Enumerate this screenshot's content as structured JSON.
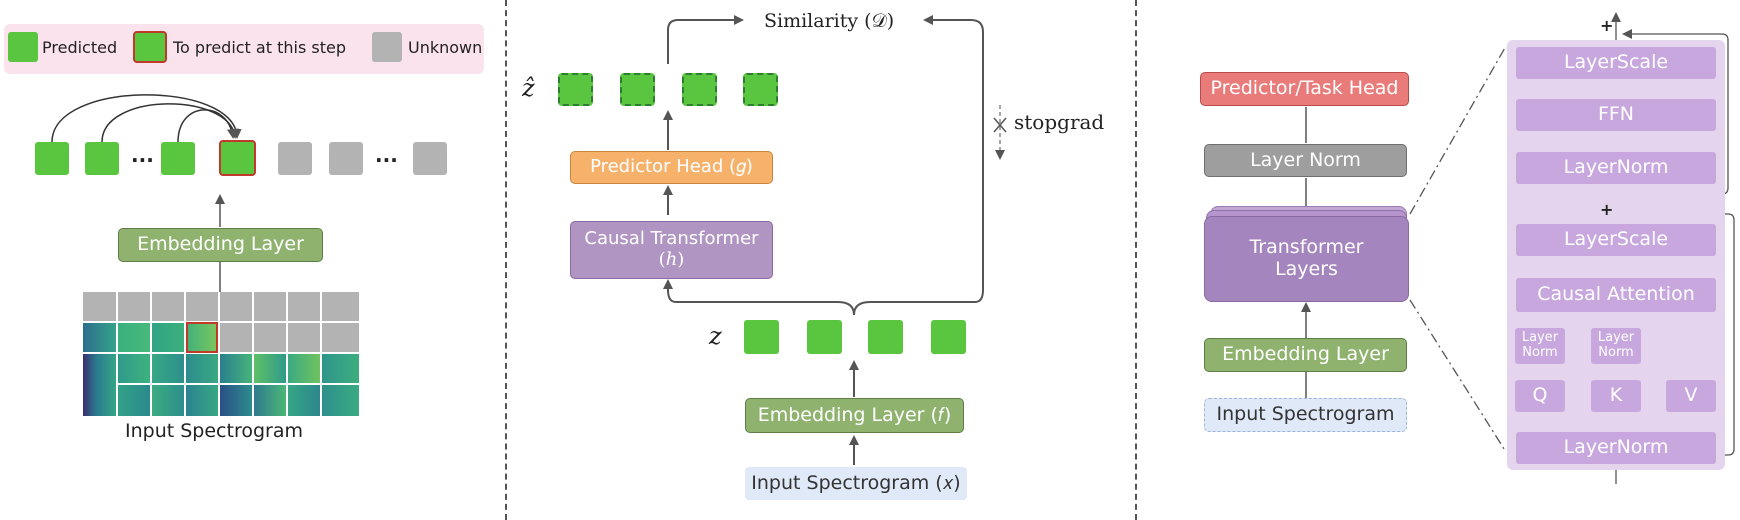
{
  "legend": {
    "predicted": "Predicted",
    "to_predict": "To predict at this step",
    "unknown": "Unknown"
  },
  "left": {
    "ellipsis_1": "...",
    "ellipsis_2": "...",
    "embedding_layer": "Embedding Layer",
    "input_label": "Input Spectrogram"
  },
  "middle": {
    "similarity": "Similarity (𝒟)",
    "zhat_label": "ẑ",
    "stopgrad": "stopgrad",
    "predictor_head": "Predictor Head (𝑔)",
    "causal_transformer_line1": "Causal Transformer",
    "causal_transformer_line2": "(ℎ)",
    "z_label": "𝑧",
    "embedding_layer": "Embedding Layer (𝑓)",
    "input_spectrogram": "Input Spectrogram (𝑥)"
  },
  "right": {
    "predictor_task_head": "Predictor/Task Head",
    "layer_norm": "Layer Norm",
    "transformer_layers_line1": "Transformer",
    "transformer_layers_line2": "Layers",
    "embedding_layer": "Embedding Layer",
    "input_spectrogram": "Input Spectrogram"
  },
  "detail": {
    "plus_top": "+",
    "plus_mid": "+",
    "layerscale_top": "LayerScale",
    "ffn": "FFN",
    "layernorm_mid": "LayerNorm",
    "layerscale_mid": "LayerScale",
    "causal_attention": "Causal Attention",
    "layer_norm_q_1": "Layer",
    "layer_norm_q_2": "Norm",
    "layer_norm_k_1": "Layer",
    "layer_norm_k_2": "Norm",
    "q": "Q",
    "k": "K",
    "v": "V",
    "layernorm_bottom": "LayerNorm"
  },
  "colors": {
    "predicted": "#5ac63f",
    "unknown": "#b3b3b3",
    "highlight": "#c0392b",
    "embedding": "#8fb36f",
    "transformer": "#b094c2",
    "predictor": "#f6b26b",
    "task_head": "#ea7b7b",
    "layer_norm": "#9e9e9e",
    "input": "#dfe9f8",
    "detail_panel": "#e4d4ed"
  }
}
